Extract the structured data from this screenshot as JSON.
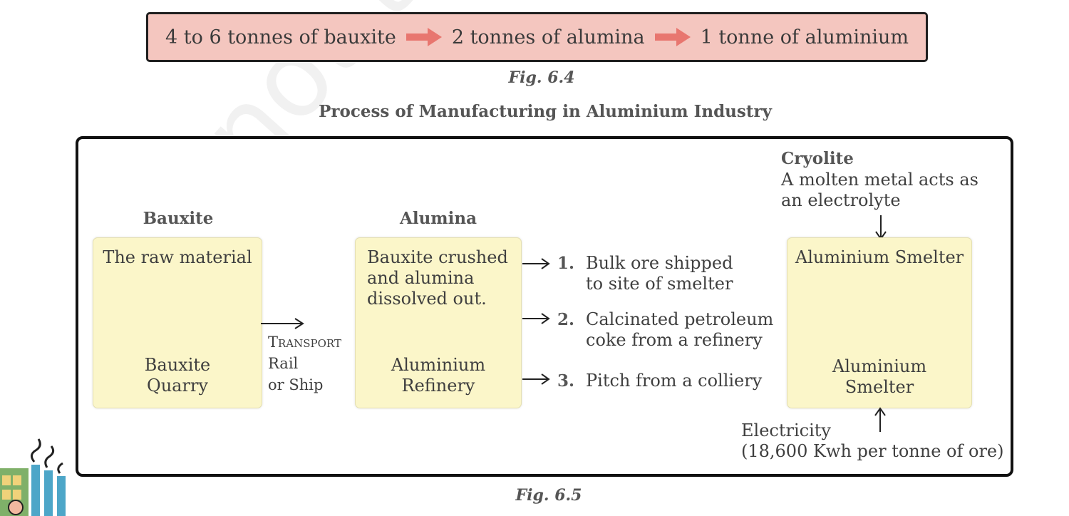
{
  "flow": {
    "step1": "4 to 6 tonnes of bauxite",
    "step2": "2 tonnes of alumina",
    "step3": "1 tonne of aluminium",
    "arrow_color": "#e8766f",
    "background": "#f4c6bf"
  },
  "fig_top": "Fig. 6.4",
  "title": "Process of Manufacturing in Aluminium Industry",
  "bauxite": {
    "heading": "Bauxite",
    "top": "The raw material",
    "bottom": [
      "Bauxite",
      "Quarry"
    ]
  },
  "transport": {
    "label": "Transport",
    "lines": [
      "Rail",
      "or Ship"
    ]
  },
  "alumina": {
    "heading": "Alumina",
    "top": [
      "Bauxite crushed",
      "and alumina",
      "dissolved out."
    ],
    "bottom": [
      "Aluminium",
      "Refinery"
    ]
  },
  "inputs": [
    {
      "num": "1.",
      "lines": [
        "Bulk ore shipped",
        "to site of smelter"
      ]
    },
    {
      "num": "2.",
      "lines": [
        "Calcinated petroleum",
        "coke from a refinery"
      ]
    },
    {
      "num": "3.",
      "lines": [
        "Pitch from a colliery"
      ]
    }
  ],
  "cryolite": {
    "heading": "Cryolite",
    "lines": [
      "A molten metal acts as",
      "an electrolyte"
    ]
  },
  "smelter": {
    "top": "Aluminium Smelter",
    "bottom": [
      "Aluminium",
      "Smelter"
    ]
  },
  "electricity": {
    "lines": [
      "Electricity",
      "(18,600 Kwh per tonne of ore)"
    ]
  },
  "fig_bottom": "Fig. 6.5",
  "watermark": "not to be re",
  "colors": {
    "box_fill": "#fbf6c9",
    "frame": "#111111"
  },
  "icons": {
    "corner_logo": "factory-icon"
  }
}
